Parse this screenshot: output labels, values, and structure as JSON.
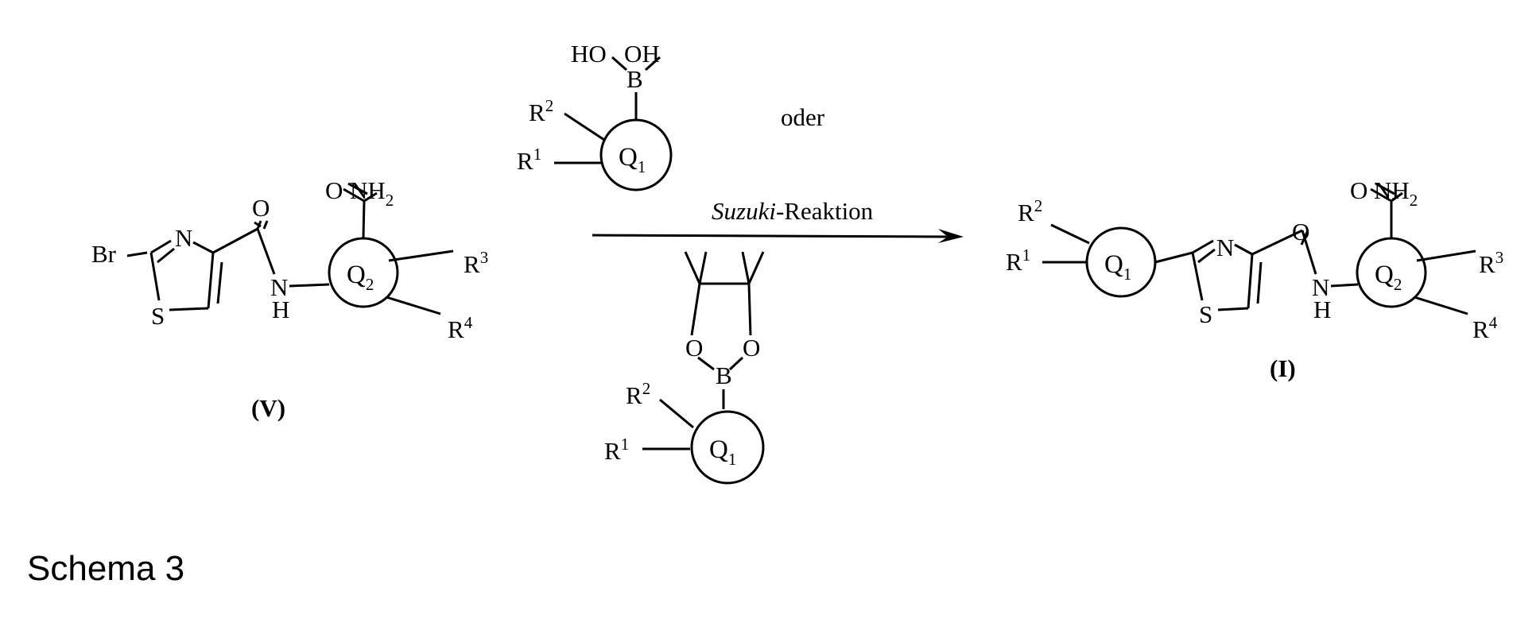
{
  "atoms": {
    "bromo": "Br",
    "nitrogen": "N",
    "sulfur": "S",
    "oxygen": "O",
    "boron": "B",
    "hydroxyl_left": "HO",
    "hydroxyl_right": "OH",
    "amide_nh": "N",
    "amide_h": "H",
    "nh2": "NH",
    "nh2_sub": "2"
  },
  "substituents": {
    "r": "R",
    "r1_sup": "1",
    "r2_sup": "2",
    "r3_sup": "3",
    "r4_sup": "4"
  },
  "rings": {
    "q": "Q",
    "q1_sub": "1",
    "q2_sub": "2"
  },
  "labels": {
    "compound_v": "(V)",
    "compound_i": "(I)",
    "oder": "oder",
    "reaction_italic": "Suzuki",
    "reaction_rest": "-Reaktion",
    "caption": "Schema 3"
  }
}
